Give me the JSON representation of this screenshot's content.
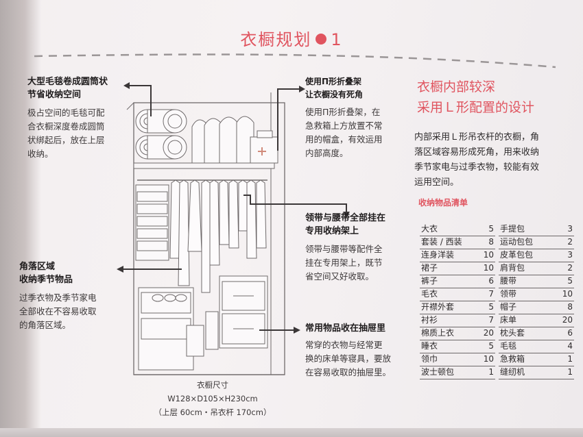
{
  "title": {
    "text": "衣橱规划",
    "number": "1"
  },
  "annotations": {
    "blanket": {
      "heading_1": "大型毛毯卷成圆筒状",
      "heading_2": "节省收纳空间",
      "lines": [
        "极占空间的毛毯可配",
        "合衣橱深度卷成圆筒",
        "状绑起后，放在上层",
        "收纳。"
      ]
    },
    "rack": {
      "heading_1": "使用П形折叠架",
      "heading_2": "让衣橱没有死角",
      "lines": [
        "使用П形折叠架，在",
        "急救箱上方放置不常",
        "用的帽盒，有效运用",
        "内部高度。"
      ]
    },
    "belt": {
      "heading_1": "领带与腰带全部挂在",
      "heading_2": "专用收纳架上",
      "lines": [
        "领带与腰带等配件全",
        "挂在专用架上，既节",
        "省空间又好收取。"
      ]
    },
    "corner": {
      "heading_1": "角落区域",
      "heading_2": "收纳季节物品",
      "lines": [
        "过季衣物及季节家电",
        "全部收在不容易收取",
        "的角落区域。"
      ]
    },
    "drawer": {
      "heading_1": "常用物品收在抽屉里",
      "lines": [
        "常穿的衣物与经常更",
        "换的床单等寝具，要放",
        "在容易收取的抽屉里。"
      ]
    }
  },
  "right_panel": {
    "title_1": "衣橱内部较深",
    "title_2": "采用Ｌ形配置的设计",
    "body": [
      "内部采用Ｌ形吊衣杆的衣橱，角",
      "落区域容易形成死角，用来收纳",
      "季节家电与过季衣物，较能有效",
      "运用空间。"
    ],
    "list_heading": "收纳物品清单"
  },
  "inventory": {
    "left": [
      {
        "item": "大衣",
        "qty": "5"
      },
      {
        "item": "套装 / 西装",
        "qty": "8"
      },
      {
        "item": "连身洋装",
        "qty": "10"
      },
      {
        "item": "裙子",
        "qty": "10"
      },
      {
        "item": "裤子",
        "qty": "6"
      },
      {
        "item": "毛衣",
        "qty": "7"
      },
      {
        "item": "开襟外套",
        "qty": "5"
      },
      {
        "item": "衬衫",
        "qty": "7"
      },
      {
        "item": "棉质上衣",
        "qty": "20"
      },
      {
        "item": "睡衣",
        "qty": "5"
      },
      {
        "item": "领巾",
        "qty": "10"
      },
      {
        "item": "波士顿包",
        "qty": "1"
      }
    ],
    "right": [
      {
        "item": "手提包",
        "qty": "3"
      },
      {
        "item": "运动包包",
        "qty": "2"
      },
      {
        "item": "皮革包包",
        "qty": "3"
      },
      {
        "item": "肩背包",
        "qty": "2"
      },
      {
        "item": "腰带",
        "qty": "5"
      },
      {
        "item": "领带",
        "qty": "10"
      },
      {
        "item": "帽子",
        "qty": "8"
      },
      {
        "item": "床单",
        "qty": "20"
      },
      {
        "item": "枕头套",
        "qty": "6"
      },
      {
        "item": "毛毯",
        "qty": "4"
      },
      {
        "item": "急救箱",
        "qty": "1"
      },
      {
        "item": "缝纫机",
        "qty": "1"
      }
    ]
  },
  "caption": {
    "line_1": "衣橱尺寸",
    "line_2": "W128×D105×H230cm",
    "line_3": "（上层 60cm・吊衣杆 170cm）"
  },
  "colors": {
    "accent": "#e0545f",
    "ink": "#2e2b2c"
  }
}
